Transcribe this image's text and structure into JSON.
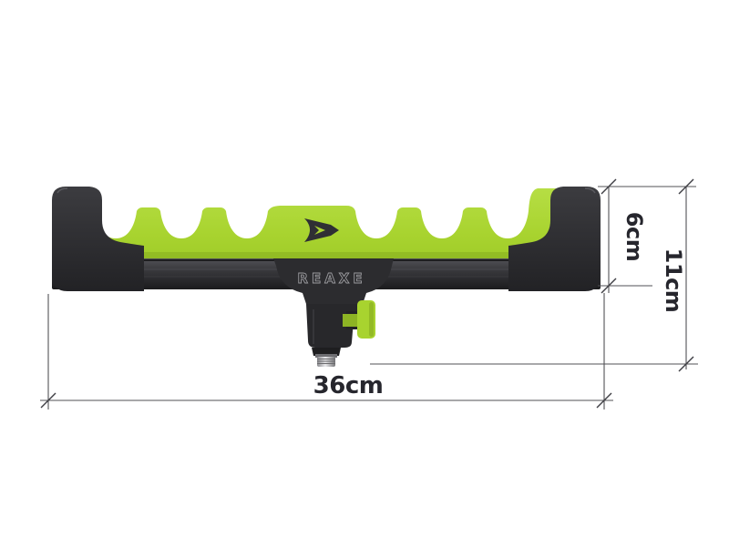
{
  "diagram": {
    "background": "#ffffff",
    "product": {
      "model_label": "REAXE",
      "rod_slot_count": 6,
      "colors": {
        "lime": "#a8d32f",
        "lime_dark": "#8db424",
        "body_black": "#2c2c2f",
        "metal": "#c9c9cc",
        "brand_mark": "#2f2f34",
        "model_label_stroke": "#9b9b9f"
      }
    },
    "dimensions": {
      "line_color": "#515156",
      "text_color": "#26262d",
      "width_label": "36cm",
      "side_height_label": "6cm",
      "total_height_label": "11cm"
    }
  }
}
